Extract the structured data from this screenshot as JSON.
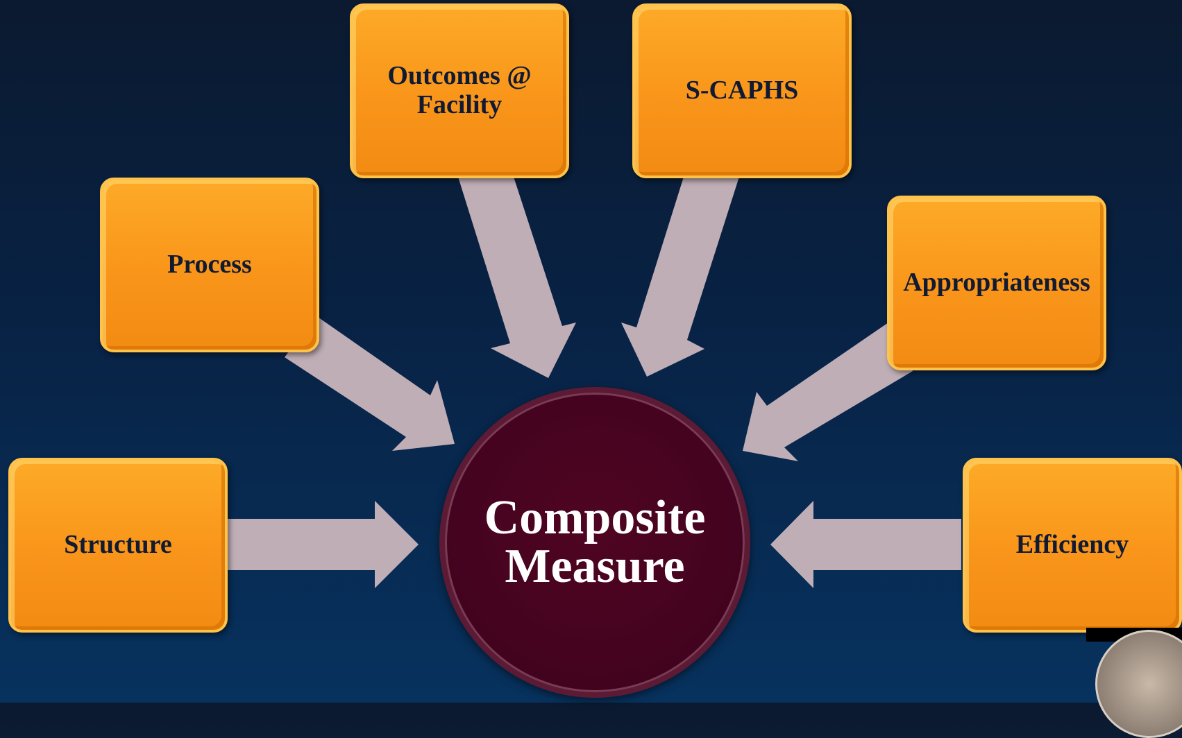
{
  "diagram": {
    "center": {
      "line1": "Composite",
      "line2": "Measure"
    },
    "boxes": [
      {
        "id": "structure",
        "lines": [
          "Structure"
        ]
      },
      {
        "id": "process",
        "lines": [
          "Process"
        ]
      },
      {
        "id": "outcomes",
        "lines": [
          "Outcomes @",
          "Facility"
        ]
      },
      {
        "id": "scaphs",
        "lines": [
          "S-CAPHS"
        ]
      },
      {
        "id": "appropriateness",
        "lines": [
          "Appropriateness"
        ]
      },
      {
        "id": "efficiency",
        "lines": [
          "Efficiency"
        ]
      }
    ],
    "colors": {
      "box_fill": "#f9951a",
      "box_text": "#111a33",
      "arrow_fill": "#c6b3bb",
      "center_fill": "#450320",
      "center_text": "#ffffff",
      "background_top": "#0b1a30",
      "background_bottom": "#07325e"
    }
  },
  "logo": {
    "name": "college-seal-logo"
  }
}
